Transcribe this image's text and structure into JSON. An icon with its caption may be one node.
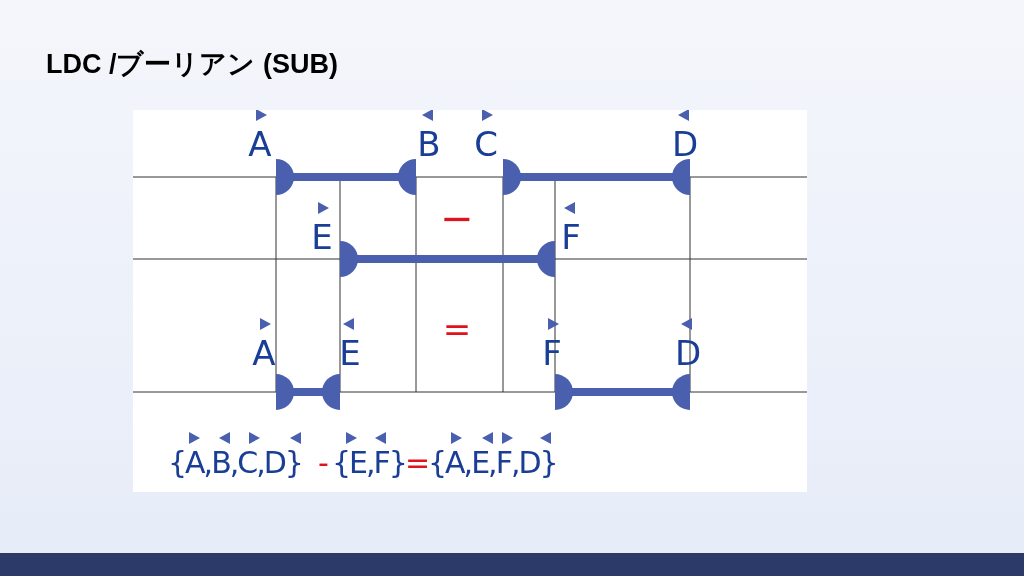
{
  "diagram": {
    "title": "LDC /ブーリアン (SUB)",
    "labels": [
      "A",
      "B",
      "C",
      "D",
      "−",
      "E",
      "F",
      "=",
      "A",
      "E",
      "F",
      "D",
      "{A,B,C,D}",
      "-",
      "{E,F}",
      "=",
      "{A,E,F,D}"
    ]
  }
}
